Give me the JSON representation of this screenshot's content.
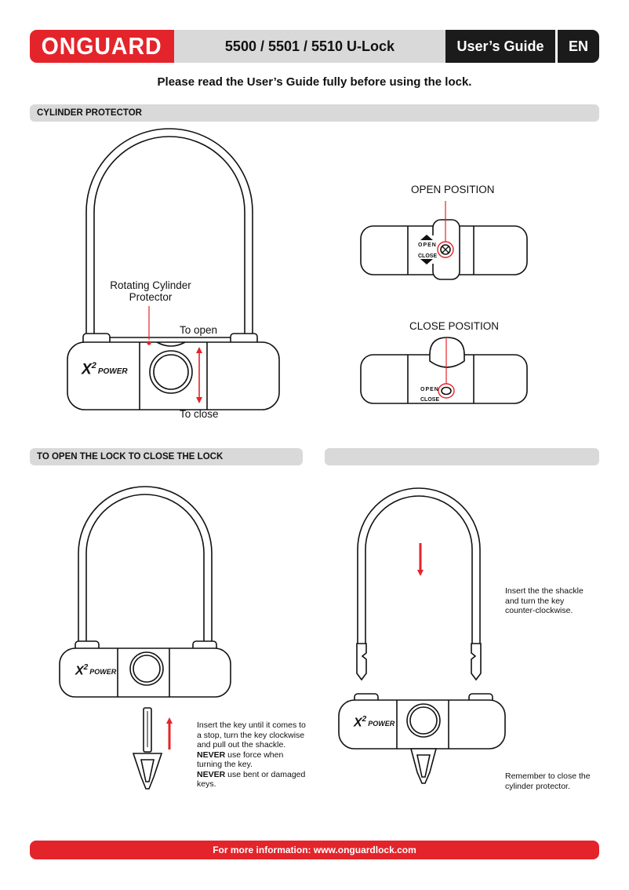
{
  "header": {
    "brand": "ONGUARD",
    "model": "5500 / 5501 / 5510 U-Lock",
    "guide": "User’s Guide",
    "lang": "EN"
  },
  "intro": "Please read the User’s Guide fully before using the lock.",
  "section1": {
    "title": "CYLINDER PROTECTOR",
    "rotating_label_line1": "Rotating Cylinder",
    "rotating_label_line2": "Protector",
    "to_open": "To open",
    "to_close": "To close",
    "open_position": "OPEN POSITION",
    "close_position": "CLOSE POSITION",
    "stamp_open": "OPEN",
    "stamp_close": "CLOSE",
    "badge_x": "X",
    "badge_sup": "2",
    "badge_power": "POWER"
  },
  "section2": {
    "title": "TO OPEN THE LOCK TO CLOSE THE LOCK",
    "open_text": {
      "line1": "Insert the key until it comes to",
      "line2": "a stop, turn the key clockwise",
      "line3": "and pull out the shackle.",
      "never1_strong": "NEVER",
      "never1_rest": " use force when",
      "line5": "turning the key.",
      "never2_strong": "NEVER",
      "never2_rest": " use bent or damaged",
      "line7": "keys."
    }
  },
  "section3": {
    "title": "",
    "insert_line1": "Insert the the shackle",
    "insert_line2": "and turn the key",
    "insert_line3": "counter-clockwise.",
    "remember_line1": "Remember to close the",
    "remember_line2": "cylinder protector."
  },
  "footer": "For more information: www.onguardlock.com",
  "colors": {
    "brand_red": "#e4242b",
    "bar_gray": "#d9d9da",
    "dark": "#1b1b1b"
  }
}
